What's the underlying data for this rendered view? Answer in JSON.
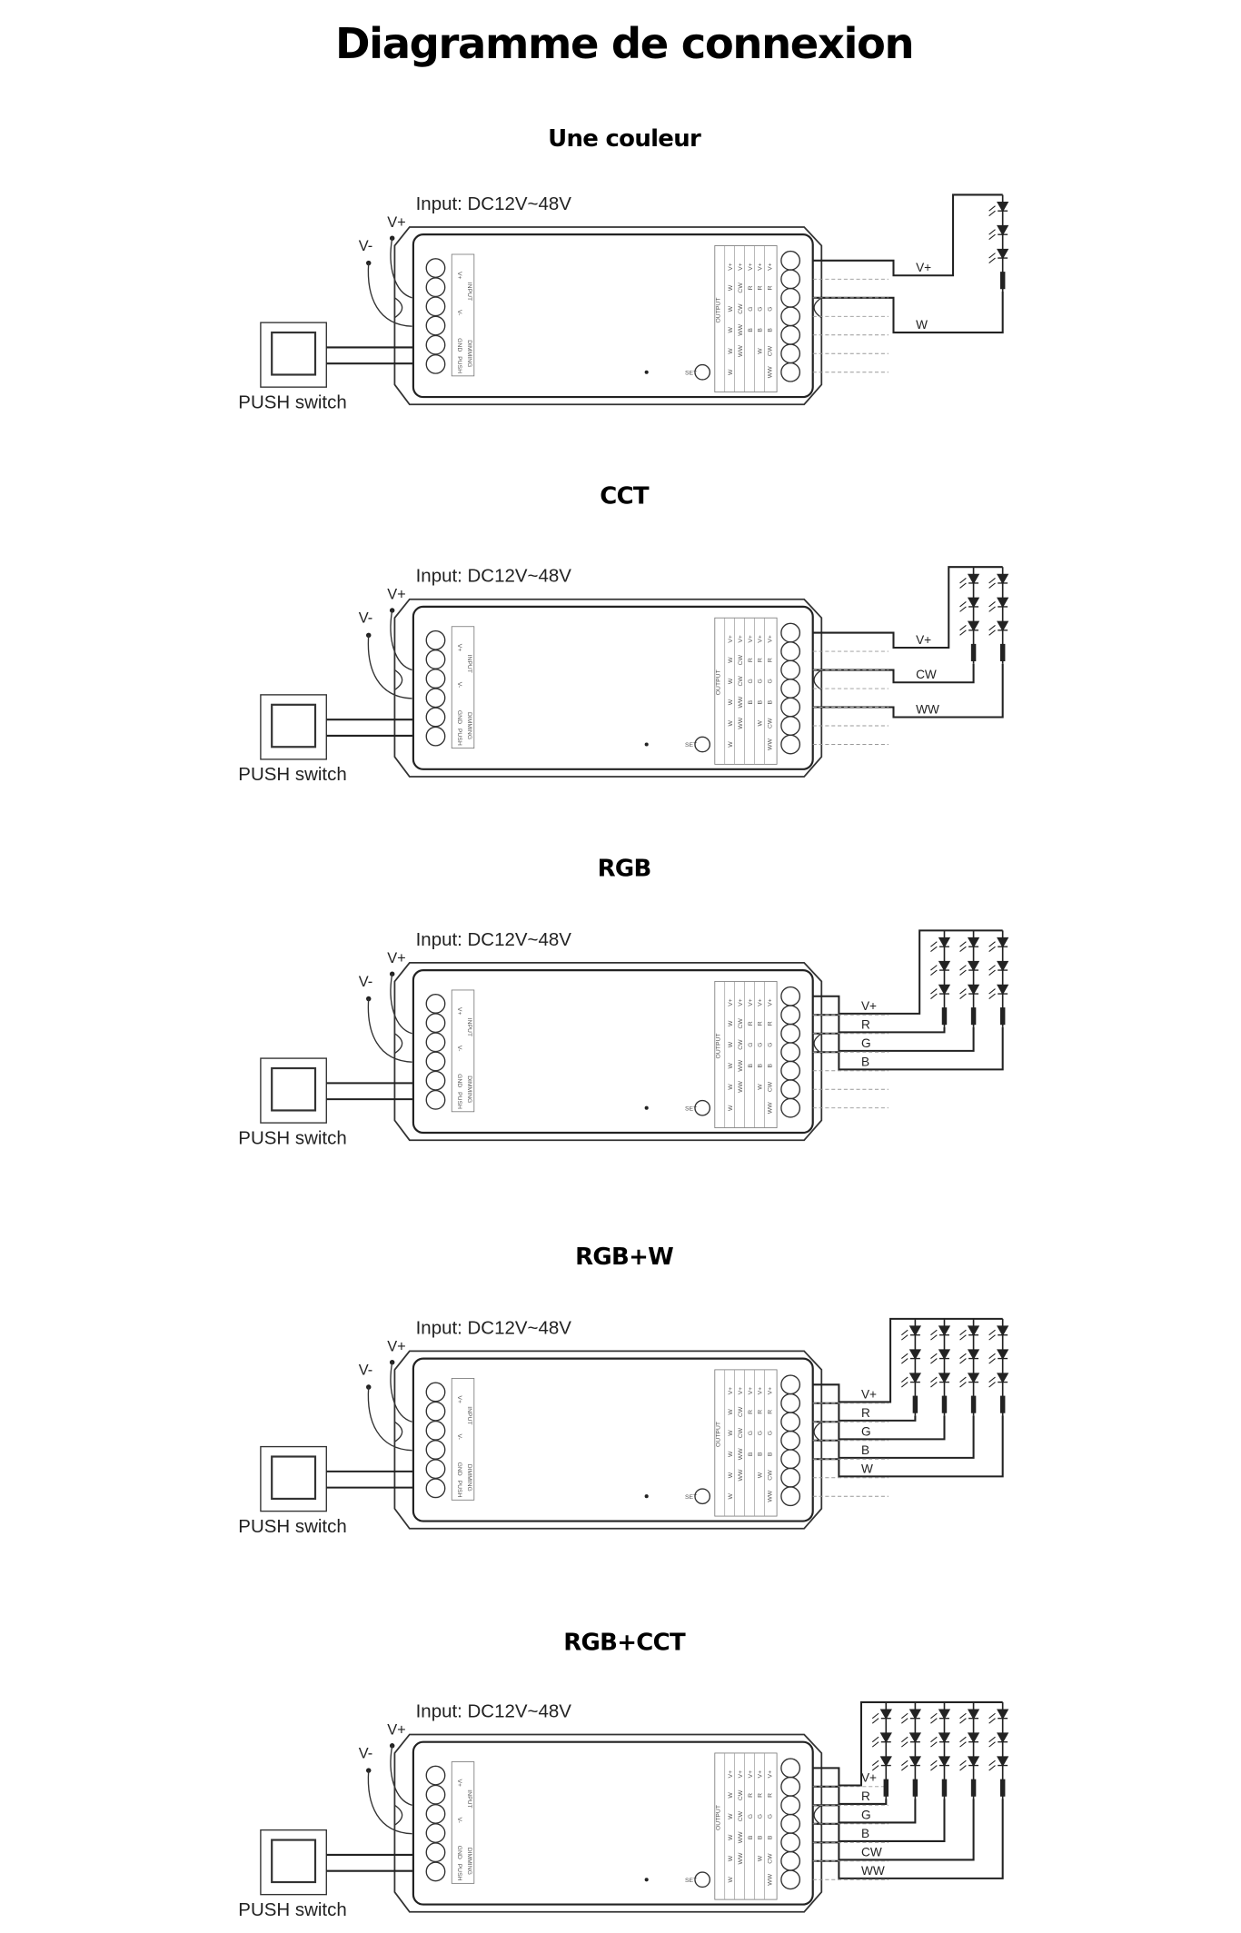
{
  "title": "Diagramme de connexion",
  "controller": {
    "input_block": {
      "header": "INPUT",
      "vplus": "V+",
      "vminus": "V-",
      "dimming": "DIMMING",
      "gnd": "GND",
      "push": "PUSH"
    },
    "output_header": "OUTPUT",
    "output_columns": [
      [
        "V+",
        "W",
        "W",
        "W",
        "W",
        "W"
      ],
      [
        "V+",
        "CW",
        "CW",
        "WW",
        "WW",
        ""
      ],
      [
        "V+",
        "R",
        "G",
        "B",
        "",
        ""
      ],
      [
        "V+",
        "R",
        "G",
        "B",
        "W",
        ""
      ],
      [
        "V+",
        "R",
        "G",
        "B",
        "CW",
        "WW"
      ]
    ],
    "set_label": "SET"
  },
  "sections": [
    {
      "title": "Une couleur",
      "input_label": "Input: DC12V~48V",
      "vplus": "V+",
      "vminus": "V-",
      "switch_label": "PUSH switch",
      "channels": [
        "V+",
        "W"
      ],
      "led_columns": 1
    },
    {
      "title": "CCT",
      "input_label": "Input: DC12V~48V",
      "vplus": "V+",
      "vminus": "V-",
      "switch_label": "PUSH switch",
      "channels": [
        "V+",
        "CW",
        "WW"
      ],
      "led_columns": 2
    },
    {
      "title": "RGB",
      "input_label": "Input: DC12V~48V",
      "vplus": "V+",
      "vminus": "V-",
      "switch_label": "PUSH switch",
      "channels": [
        "V+",
        "R",
        "G",
        "B"
      ],
      "led_columns": 3
    },
    {
      "title": "RGB+W",
      "input_label": "Input: DC12V~48V",
      "vplus": "V+",
      "vminus": "V-",
      "switch_label": "PUSH switch",
      "channels": [
        "V+",
        "R",
        "G",
        "B",
        "W"
      ],
      "led_columns": 4
    },
    {
      "title": "RGB+CCT",
      "input_label": "Input: DC12V~48V",
      "vplus": "V+",
      "vminus": "V-",
      "switch_label": "PUSH switch",
      "channels": [
        "V+",
        "R",
        "G",
        "B",
        "CW",
        "WW"
      ],
      "led_columns": 5
    }
  ]
}
